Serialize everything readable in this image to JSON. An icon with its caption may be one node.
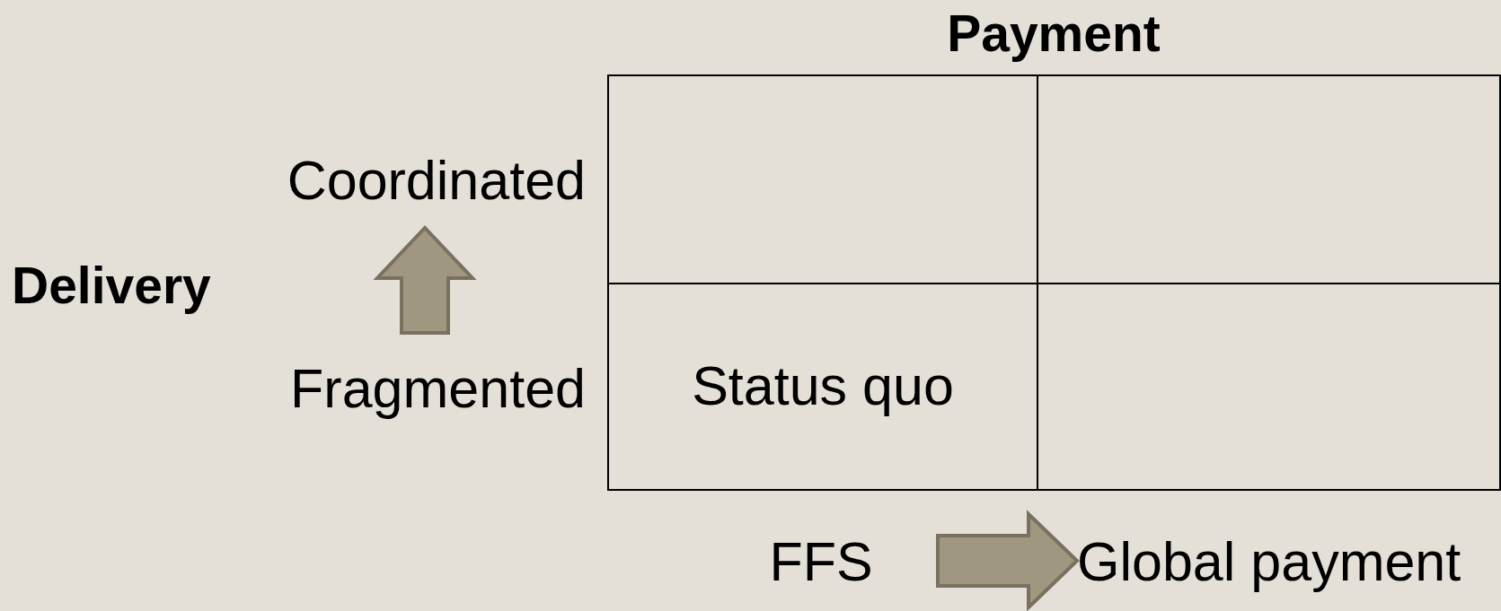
{
  "diagram": {
    "nodes": [
      {
        "text": [
          "Coordinated"
        ]
      },
      {
        "text": [],
        "shape": "box"
      },
      {
        "text": [],
        "shape": "box"
      },
      {
        "text": [
          "Fragmented"
        ]
      },
      {
        "text": [
          "Status quo"
        ]
      },
      {
        "text": [],
        "shape": "box"
      },
      {
        "text": [
          "FFS"
        ]
      },
      {
        "text": [
          "Global payment"
        ]
      }
    ],
    "edges": [
      {
        "from": 3,
        "to": 0,
        "arrow": "to"
      },
      {
        "from": 6,
        "to": 7,
        "arrow": "to"
      }
    ],
    "labels": [
      "Payment",
      "Delivery"
    ]
  }
}
